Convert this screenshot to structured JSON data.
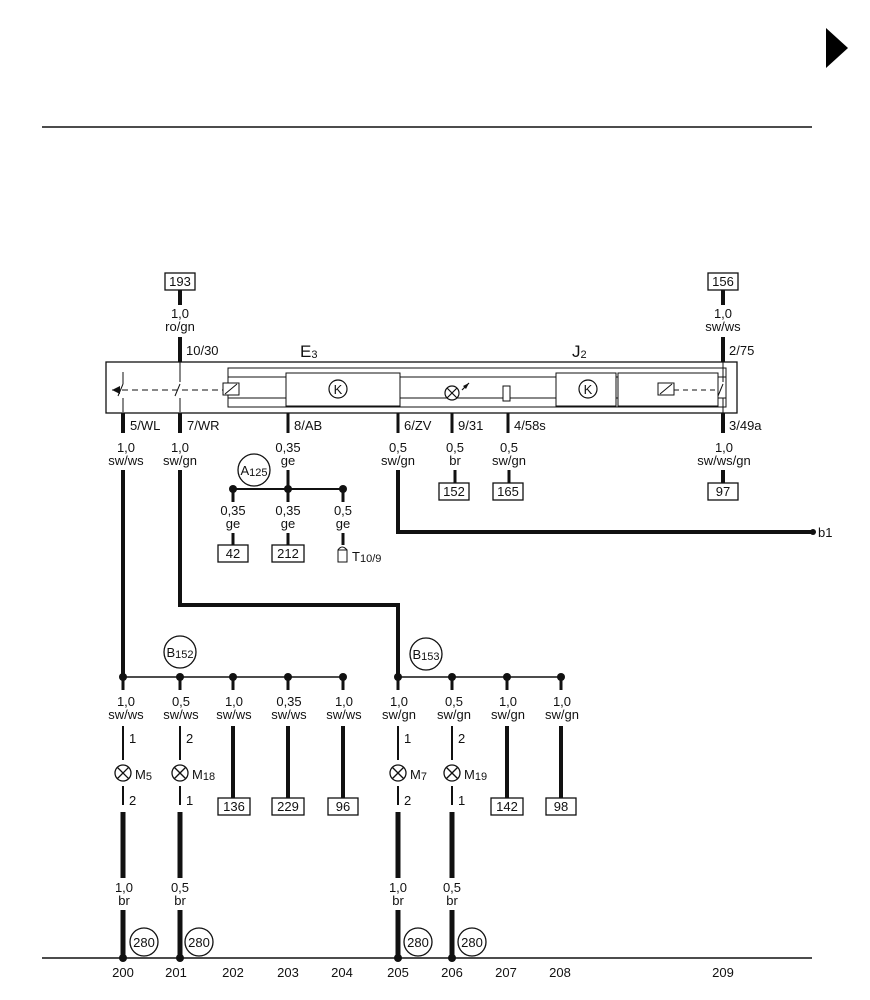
{
  "components": {
    "e3": {
      "main": "E",
      "sub": "3"
    },
    "j2": {
      "main": "J",
      "sub": "2"
    },
    "a125": {
      "main": "A",
      "sub": "125"
    },
    "b152": {
      "main": "B",
      "sub": "152"
    },
    "b153": {
      "main": "B",
      "sub": "153"
    },
    "m5": {
      "main": "M",
      "sub": "5"
    },
    "m18": {
      "main": "M",
      "sub": "18"
    },
    "m7": {
      "main": "M",
      "sub": "7"
    },
    "m19": {
      "main": "M",
      "sub": "19"
    },
    "t10": {
      "main": "T",
      "sub": "10/9"
    },
    "relay_symbol": "K"
  },
  "refs": {
    "r193": "193",
    "r156": "156",
    "r152": "152",
    "r165": "165",
    "r97": "97",
    "r42": "42",
    "r212": "212",
    "r136": "136",
    "r229": "229",
    "r96": "96",
    "r142": "142",
    "r98": "98",
    "ground": "280"
  },
  "pins": {
    "p10_30": "10/30",
    "p2_75": "2/75",
    "p5_wl": "5/WL",
    "p7_wr": "7/WR",
    "p8_ab": "8/AB",
    "p6_zv": "6/ZV",
    "p9_31": "9/31",
    "p4_58s": "4/58s",
    "p3_49a": "3/49a",
    "one": "1",
    "two": "2"
  },
  "wires": {
    "w193": [
      "1,0",
      "ro/gn"
    ],
    "w156": [
      "1,0",
      "sw/ws"
    ],
    "w5": [
      "1,0",
      "sw/ws"
    ],
    "w7": [
      "1,0",
      "sw/gn"
    ],
    "w8": [
      "0,35",
      "ge"
    ],
    "w6": [
      "0,5",
      "sw/gn"
    ],
    "w9": [
      "0,5",
      "br"
    ],
    "w4": [
      "0,5",
      "sw/gn"
    ],
    "w3": [
      "1,0",
      "sw/ws/gn"
    ],
    "wa1": [
      "0,35",
      "ge"
    ],
    "wa2": [
      "0,35",
      "ge"
    ],
    "wa3": [
      "0,5",
      "ge"
    ],
    "wb1": [
      "1,0",
      "sw/ws"
    ],
    "wb2": [
      "0,5",
      "sw/ws"
    ],
    "wb3": [
      "1,0",
      "sw/ws"
    ],
    "wb4": [
      "0,35",
      "sw/ws"
    ],
    "wb5": [
      "1,0",
      "sw/ws"
    ],
    "wc1": [
      "1,0",
      "sw/gn"
    ],
    "wc2": [
      "0,5",
      "sw/gn"
    ],
    "wc3": [
      "1,0",
      "sw/gn"
    ],
    "wc4": [
      "1,0",
      "sw/gn"
    ],
    "wg1": [
      "1,0",
      "br"
    ],
    "wg2": [
      "0,5",
      "br"
    ],
    "wg3": [
      "1,0",
      "br"
    ],
    "wg4": [
      "0,5",
      "br"
    ]
  },
  "continuation": "b1",
  "tracks": [
    "200",
    "201",
    "202",
    "203",
    "204",
    "205",
    "206",
    "207",
    "208",
    "209"
  ]
}
